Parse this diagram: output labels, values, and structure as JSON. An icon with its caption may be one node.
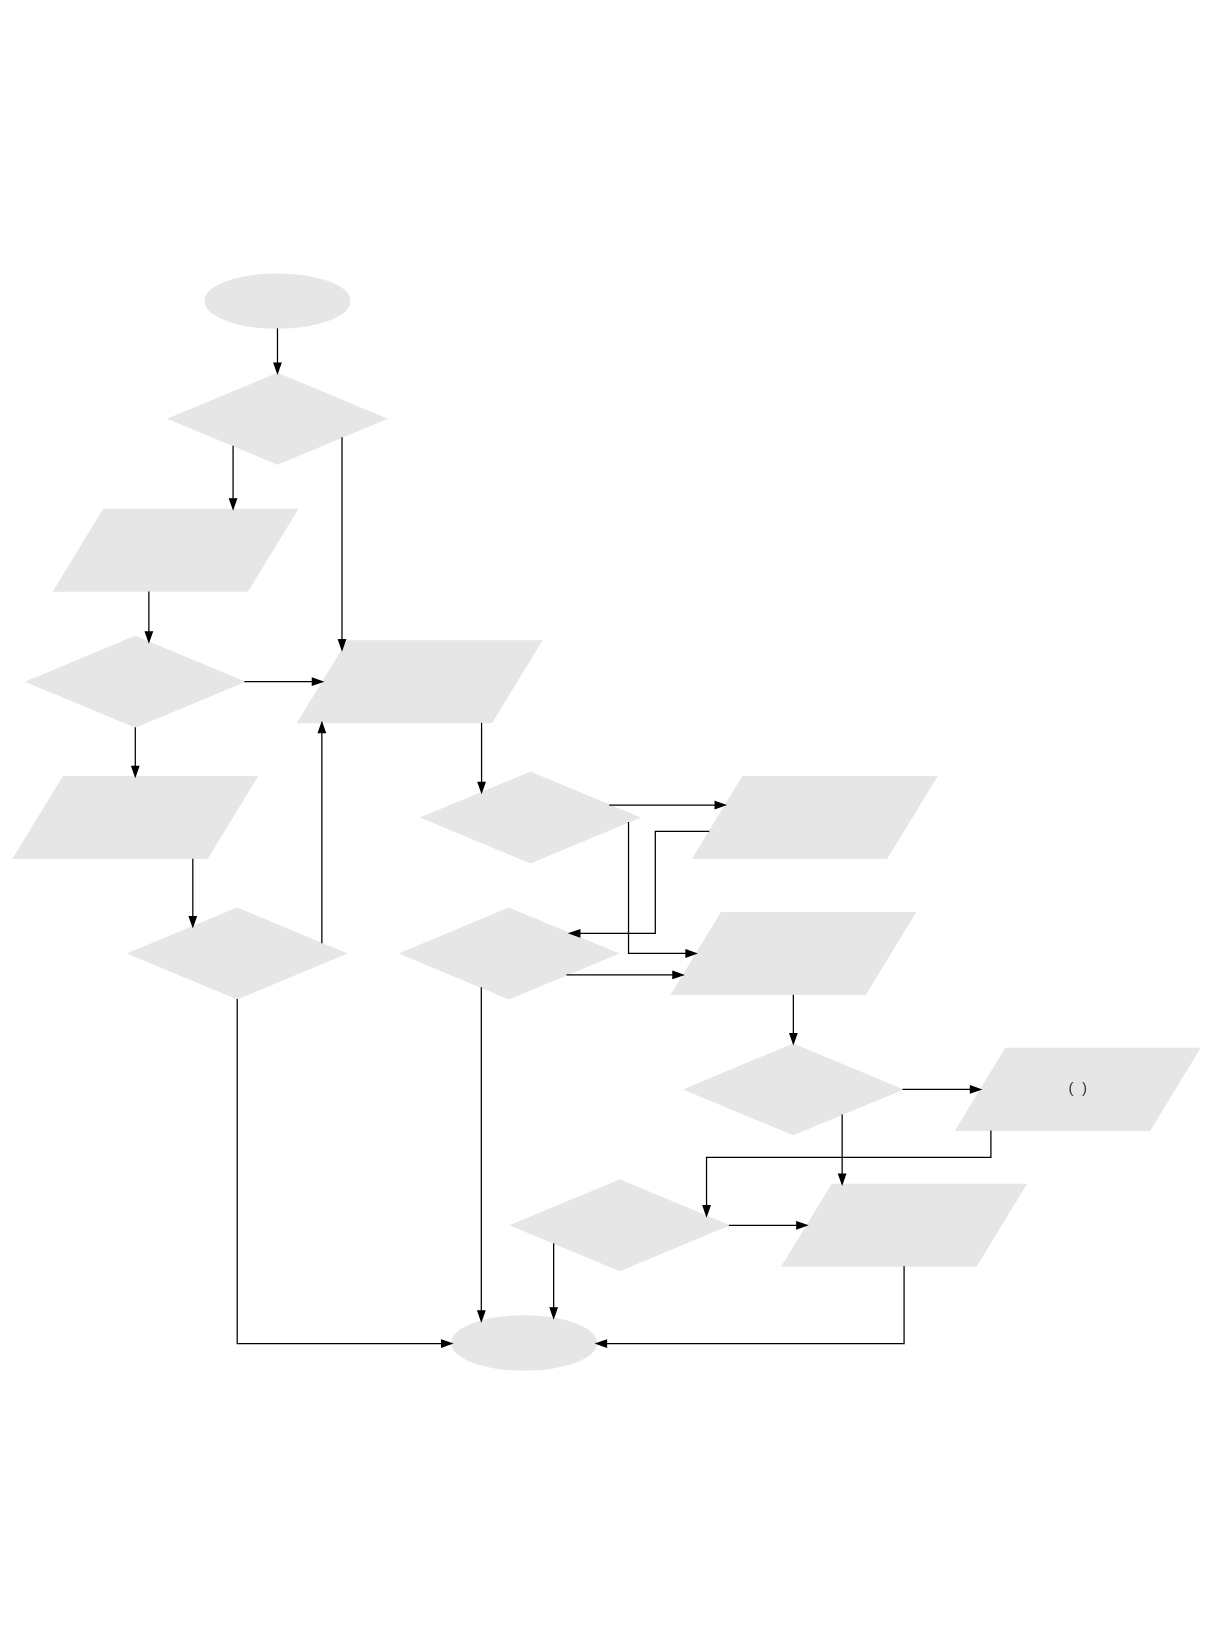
{
  "diagram": {
    "nodes": [
      {
        "text": [],
        "shape": "oval"
      },
      {
        "text": [],
        "shape": "diamond"
      },
      {
        "text": [],
        "shape": "parallelogram"
      },
      {
        "text": [],
        "shape": "parallelogram"
      },
      {
        "text": [],
        "shape": "diamond"
      },
      {
        "text": [],
        "shape": "diamond"
      },
      {
        "text": [],
        "shape": "parallelogram"
      },
      {
        "text": [],
        "shape": "parallelogram"
      },
      {
        "text": [],
        "shape": "diamond"
      },
      {
        "text": [],
        "shape": "parallelogram"
      },
      {
        "text": [],
        "shape": "diamond"
      },
      {
        "text": [],
        "shape": "diamond"
      },
      {
        "text": [
          "(  )"
        ]
      },
      {
        "text": [],
        "shape": "diamond"
      },
      {
        "text": [],
        "shape": "parallelogram"
      },
      {
        "text": [],
        "shape": "oval"
      }
    ],
    "edges": [
      {
        "from": 0,
        "to": 1,
        "arrow": "to"
      },
      {
        "from": 1,
        "to": 3,
        "arrow": "to"
      },
      {
        "from": 1,
        "to": 2,
        "arrow": "to"
      },
      {
        "from": 2,
        "to": 4,
        "arrow": "to"
      },
      {
        "from": 4,
        "to": 3,
        "arrow": "to"
      },
      {
        "from": 4,
        "to": 7,
        "arrow": "to"
      },
      {
        "from": 10,
        "to": 3,
        "arrow": "to"
      },
      {
        "from": 3,
        "to": 5,
        "arrow": "to"
      },
      {
        "from": 5,
        "to": 6,
        "arrow": "to"
      },
      {
        "from": 5,
        "to": 9,
        "arrow": "to"
      },
      {
        "from": 6,
        "to": 8,
        "arrow": "to"
      },
      {
        "from": 8,
        "to": 9,
        "arrow": "to"
      },
      {
        "from": 8,
        "to": 15,
        "arrow": "to"
      },
      {
        "from": 7,
        "to": 10,
        "arrow": "to"
      },
      {
        "from": 9,
        "to": 11,
        "arrow": "to"
      },
      {
        "from": 11,
        "to": 12,
        "arrow": "to"
      },
      {
        "from": 11,
        "to": 14,
        "arrow": "to"
      },
      {
        "from": 12,
        "to": 13,
        "arrow": "to"
      },
      {
        "from": 13,
        "to": 14,
        "arrow": "to"
      },
      {
        "from": 13,
        "to": 15,
        "arrow": "to"
      },
      {
        "from": 14,
        "to": 15,
        "arrow": "to"
      },
      {
        "from": 10,
        "to": 15,
        "arrow": "to"
      }
    ]
  }
}
